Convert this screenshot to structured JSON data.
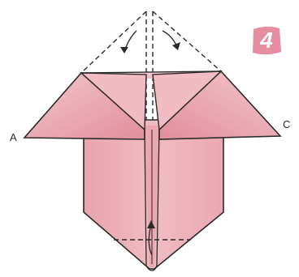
{
  "labels": {
    "point_a": "A",
    "point_c": "C"
  },
  "step": {
    "number": "4"
  },
  "colors": {
    "paper_light": "#f3c3c9",
    "paper_mid": "#eaa6b1",
    "paper_dark": "#d98795",
    "outline": "#2b2b2b",
    "badge": "#e68ea0"
  },
  "icons": [
    "step-number-badge",
    "fold-arrow-icon",
    "unfold-arrow-icon"
  ]
}
